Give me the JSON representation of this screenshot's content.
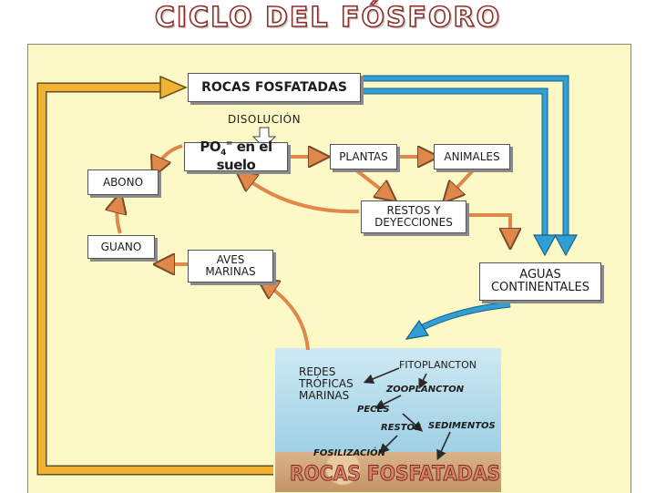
{
  "title": "CICLO DEL FÓSFORO",
  "nodes": {
    "rocas_top": "ROCAS FOSFATADAS",
    "disolucion": "DISOLUCIÓN",
    "po4_prefix": "PO",
    "po4_sub": "4",
    "po4_sup": "=",
    "po4_suffix": " en el suelo",
    "plantas": "PLANTAS",
    "animales": "ANIMALES",
    "abono": "ABONO",
    "restos_line1": "RESTOS Y",
    "restos_line2": "DEYECCIONES",
    "guano": "GUANO",
    "aves_line1": "AVES",
    "aves_line2": "MARINAS",
    "aguas_line1": "AGUAS",
    "aguas_line2": "CONTINENTALES"
  },
  "ocean": {
    "redes_line1": "REDES",
    "redes_line2": "TRÓFICAS",
    "redes_line3": "MARINAS",
    "fitoplancton": "FITOPLANCTON",
    "zooplancton": "ZOOPLANCTON",
    "peces": "PECES",
    "restos": "RESTOS",
    "sedimentos": "SEDIMENTOS",
    "fosilizacion": "FOSILIZACIÓN",
    "rocas_bottom": "ROCAS FOSFATADAS"
  },
  "colors": {
    "panel": "#fdf9c7",
    "arrow_orange": "#e0884a",
    "arrow_yellow": "#f2b234",
    "arrow_blue": "#2f9fd6",
    "title_outline": "#8b2f2a"
  }
}
